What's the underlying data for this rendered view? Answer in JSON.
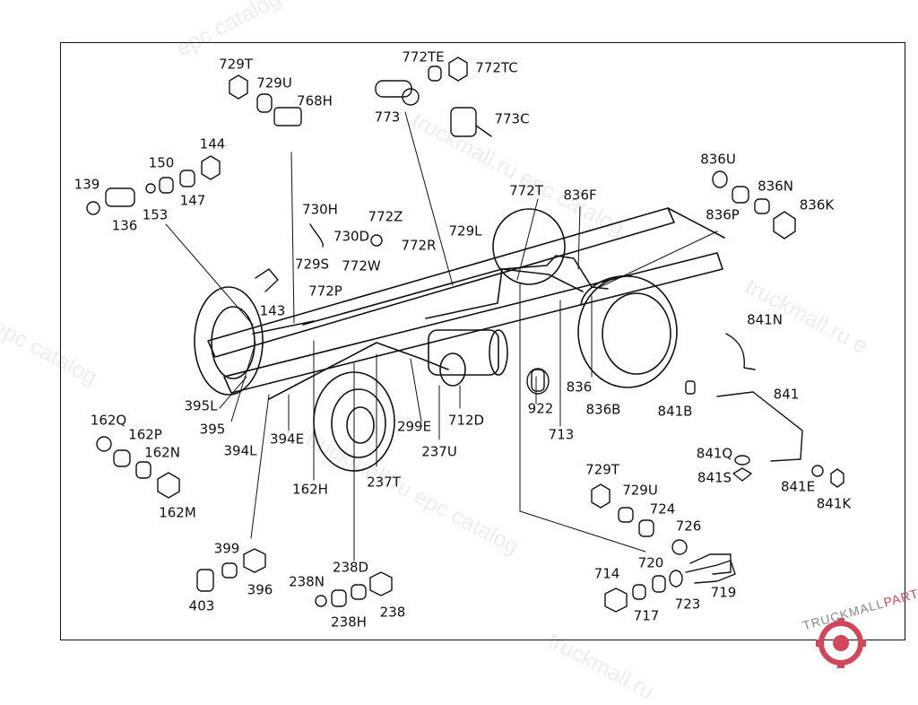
{
  "watermark": {
    "text_a": "truckmall.ru",
    "text_b": "epc catalog",
    "text_c": "truckmall.ru epc catalog",
    "text_d": "truckmall.ru e",
    "text_e": "epc catalog"
  },
  "logo": {
    "text_dark": "TRUCKMALL",
    "text_accent": "PARTS",
    "accent_color": "#d2465a"
  },
  "labels": [
    "729T",
    "729U",
    "768H",
    "772TE",
    "772TC",
    "773",
    "773C",
    "144",
    "150",
    "147",
    "139",
    "136",
    "153",
    "730H",
    "772Z",
    "730D",
    "772R",
    "729L",
    "772T",
    "836F",
    "836U",
    "836N",
    "836K",
    "836P",
    "729S",
    "772W",
    "772P",
    "143",
    "841N",
    "395L",
    "395",
    "162Q",
    "162P",
    "162N",
    "162M",
    "394L",
    "394E",
    "162H",
    "237T",
    "299E",
    "712D",
    "237U",
    "922",
    "713",
    "836",
    "836B",
    "841B",
    "841",
    "841Q",
    "841S",
    "841E",
    "841K",
    "729T",
    "729U",
    "724",
    "726",
    "399",
    "396",
    "403",
    "238D",
    "238N",
    "238",
    "238H",
    "714",
    "720",
    "717",
    "723",
    "719"
  ]
}
